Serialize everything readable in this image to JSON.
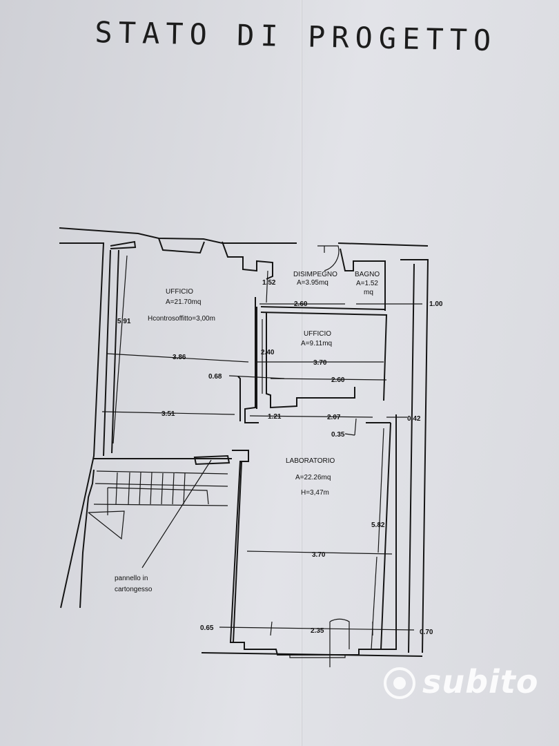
{
  "title": "STATO DI PROGETTO",
  "rooms": {
    "ufficio1": {
      "name": "UFFICIO",
      "area": "A=21.70mq",
      "height": "Hcontrosoffitto=3,00m"
    },
    "disimpegno": {
      "name": "DISIMPEGNO",
      "area": "A=3.95mq"
    },
    "bagno": {
      "name": "BAGNO",
      "area": "A=1.52",
      "unit": "mq"
    },
    "ufficio2": {
      "name": "UFFICIO",
      "area": "A=9.11mq"
    },
    "laboratorio": {
      "name": "LABORATORIO",
      "area": "A=22.26mq",
      "height": "H=3,47m"
    }
  },
  "dimensions": {
    "d591": "5.91",
    "d152": "1.52",
    "d260a": "2.60",
    "d100": "1.00",
    "d240": "2.40",
    "d386": "3.86",
    "d370a": "3.70",
    "d068": "0.68",
    "d260b": "2.60",
    "d351": "3.51",
    "d121": "1.21",
    "d207": "2.07",
    "d042": "0.42",
    "d035": "0.35",
    "d582": "5.82",
    "d370b": "3.70",
    "d065": "0.65",
    "d235": "2.35",
    "d070": "0.70"
  },
  "note": {
    "line1": "pannello in",
    "line2": "cartongesso"
  },
  "watermark": {
    "text": "subito"
  }
}
